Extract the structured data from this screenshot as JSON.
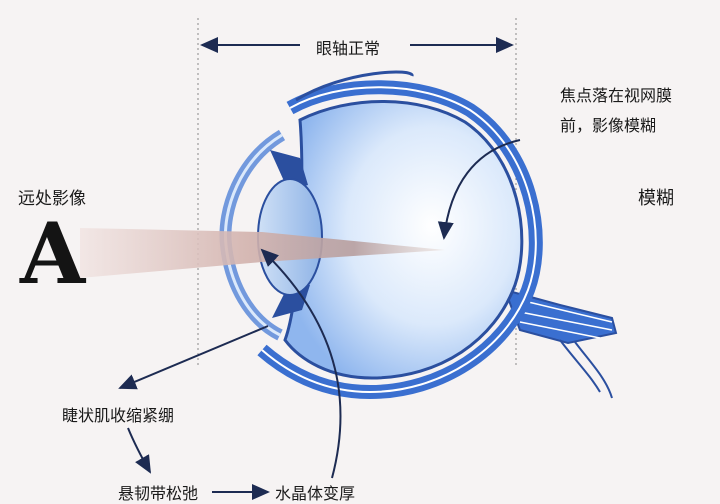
{
  "labels": {
    "axis_length": "眼轴正常",
    "focus_line1": "焦点落在视网膜",
    "focus_line2": "前，影像模糊",
    "blurry": "模糊",
    "distant_image": "远处影像",
    "object_letter": "A",
    "ciliary": "睫状肌收缩紧绷",
    "zonule": "悬韧带松弛",
    "lens": "水晶体变厚"
  },
  "colors": {
    "eye_blue": "#3a6fd0",
    "eye_dark": "#2b4f9f",
    "light_beam": "#c9a7a4",
    "arrow": "#1d2b52",
    "background": "#f6f3f3"
  }
}
